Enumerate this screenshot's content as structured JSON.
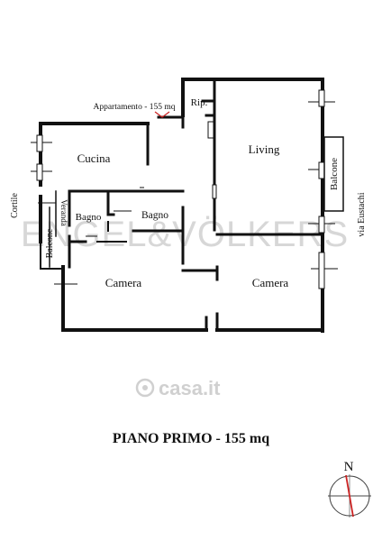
{
  "plan": {
    "apartment_note": "Appartamento - 155 mq",
    "rooms": {
      "ripostiglio": "Rip.",
      "cucina": "Cucina",
      "living": "Living",
      "bagno_1": "Bagno",
      "bagno_2": "Bagno",
      "camera_1": "Camera",
      "camera_2": "Camera",
      "veranda": "Veranda",
      "balcone_left": "Balcone",
      "balcone_right": "Balcone"
    },
    "outside": {
      "courtyard": "Cortile",
      "street": "via Eustachi"
    }
  },
  "watermarks": {
    "agency": "ENGEL&VÖLKERS",
    "portal": "casa.it"
  },
  "footer": {
    "title": "PIANO PRIMO - 155 mq"
  },
  "compass": {
    "north_label": "N",
    "needle_color": "#cc2222"
  }
}
